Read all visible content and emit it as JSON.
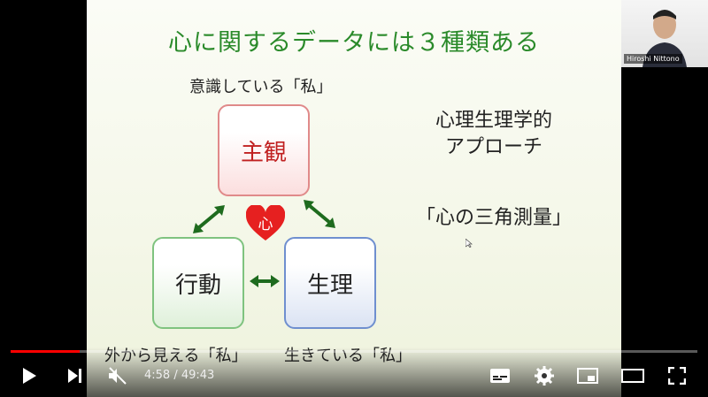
{
  "slide": {
    "title": "心に関するデータには３種類ある",
    "caption_subjective": "意識している「私」",
    "caption_behavior": "外から見える「私」",
    "caption_physiology": "生きている「私」",
    "box_subjective": "主観",
    "box_behavior": "行動",
    "box_physiology": "生理",
    "heart_label": "心",
    "right_line1": "心理生理学的",
    "right_line2": "アプローチ",
    "right_quote": "「心の三角測量」"
  },
  "webcam": {
    "name": "Hiroshi Nittono"
  },
  "player": {
    "time": "4:58 / 49:43",
    "progress_fraction": 0.1,
    "icons": [
      "play-icon",
      "next-icon",
      "mute-icon",
      "subtitles-icon",
      "settings-icon",
      "miniplayer-icon",
      "theater-icon",
      "fullscreen-icon"
    ]
  }
}
